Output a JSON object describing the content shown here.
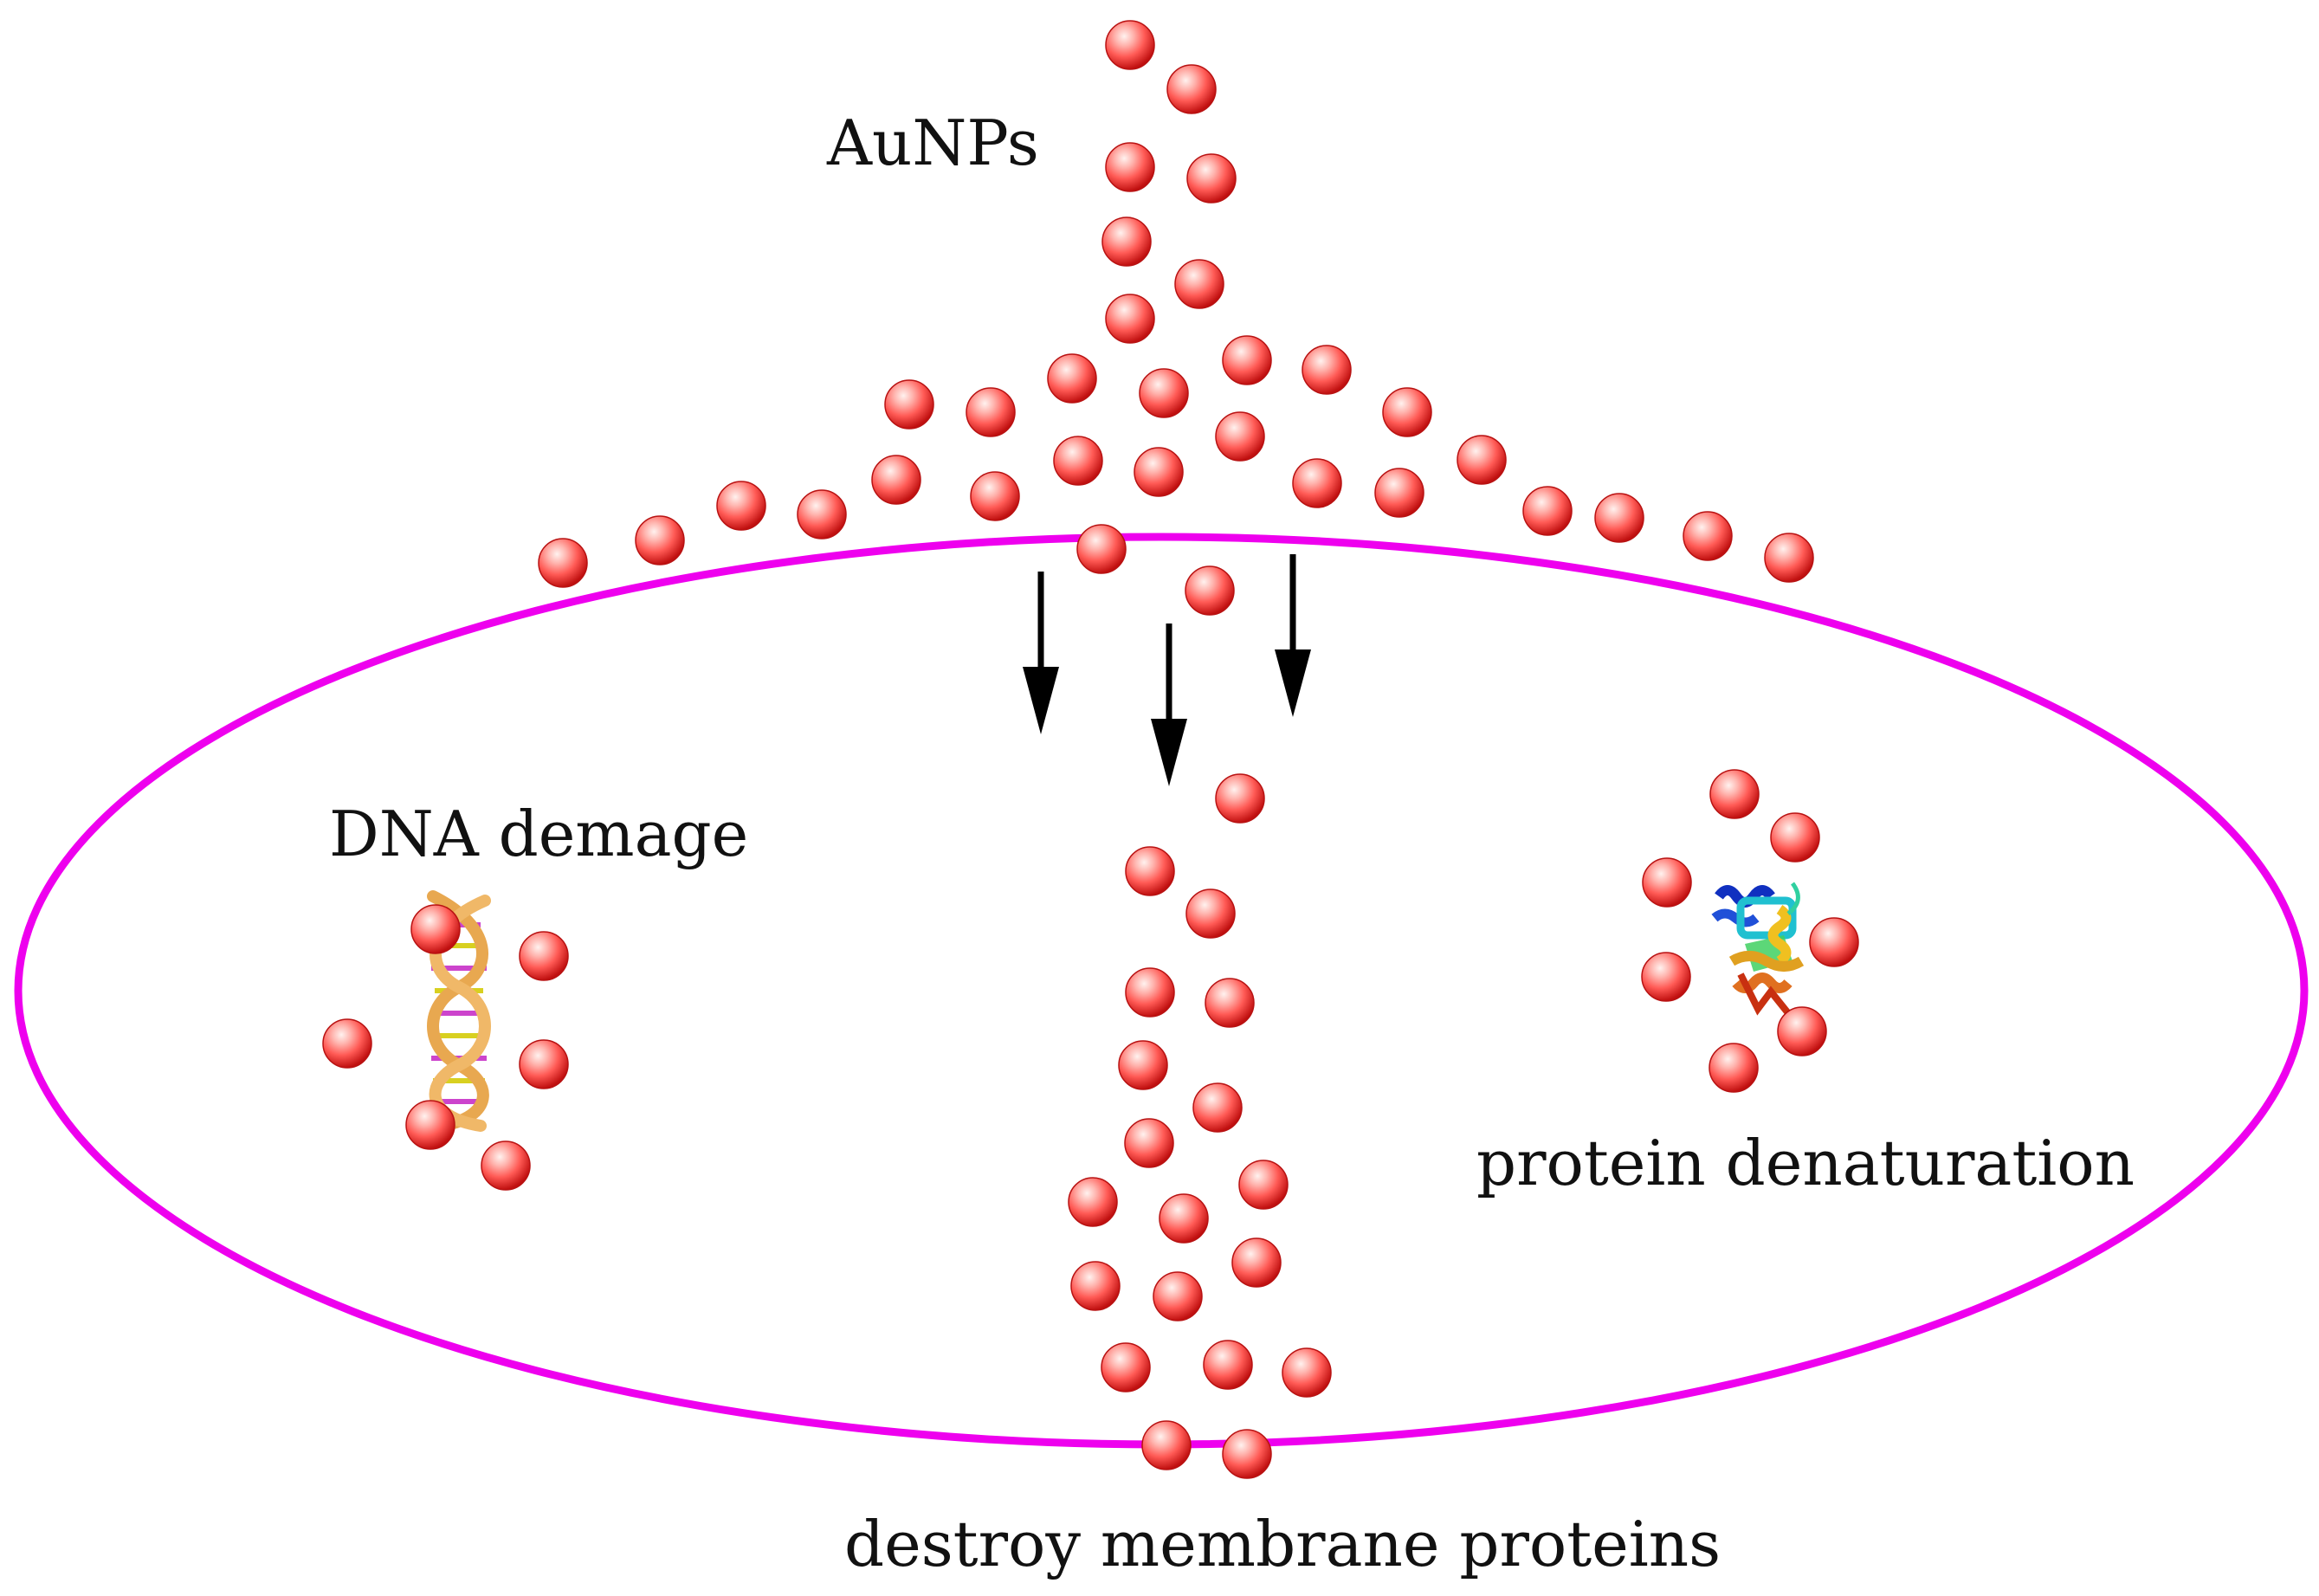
{
  "labels": {
    "aunps": "AuNPs",
    "dna": "DNA demage",
    "protein": "protein denaturation",
    "membrane": "destroy membrane proteins"
  },
  "colors": {
    "membrane": "#ee00ee",
    "particle_center": "#ffe8e4",
    "particle_mid": "#ff6a66",
    "particle_edge": "#c41616",
    "arrow": "#000000",
    "text": "#111111"
  },
  "icons": {
    "particle": "gold-nanoparticle-icon",
    "arrow": "down-arrow-icon",
    "dna": "dna-helix-icon",
    "protein": "protein-ribbon-icon"
  }
}
